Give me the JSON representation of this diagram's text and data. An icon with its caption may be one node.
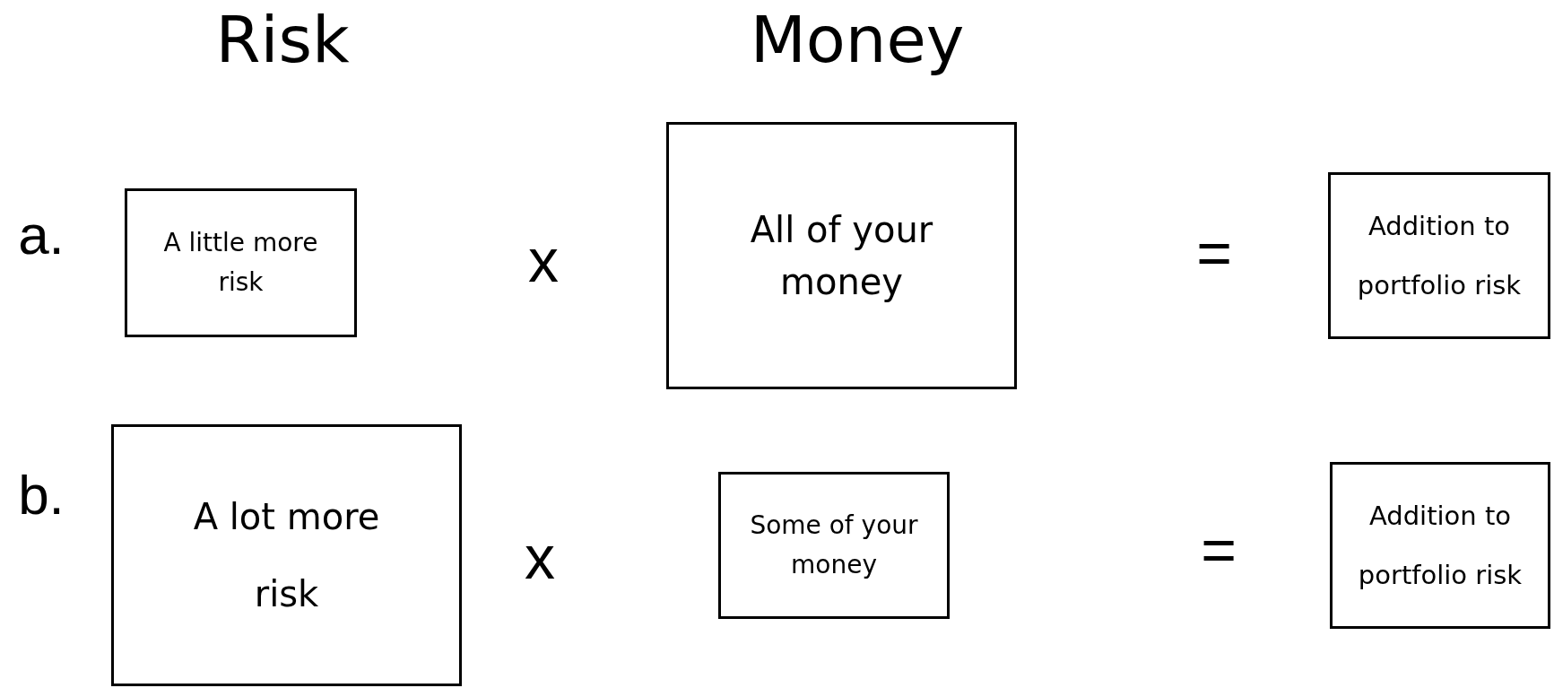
{
  "diagram": {
    "nodes": [
      {
        "text": [
          "A little more risk"
        ]
      },
      {
        "text": [
          "All of your money"
        ]
      },
      {
        "text": [
          "Addition to portfolio risk"
        ]
      },
      {
        "text": [
          "A lot more risk"
        ]
      },
      {
        "text": [
          "Some of your money"
        ]
      },
      {
        "text": [
          "Addition to portfolio risk"
        ]
      }
    ],
    "labels": [
      "Risk",
      "Money",
      "a.",
      "x",
      "=",
      "b.",
      "x",
      "="
    ]
  }
}
